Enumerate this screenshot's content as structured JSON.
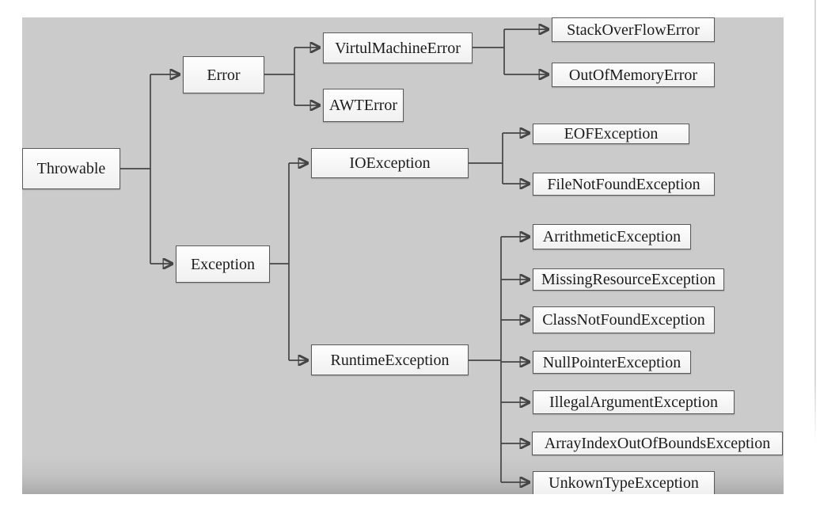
{
  "colors": {
    "page_bg": "#ffffff",
    "stage_bg": "#cbcbcb",
    "node_fill": "#fafafa",
    "node_border": "#5a5a5c",
    "connector": "#454545"
  },
  "diagram": {
    "type": "tree",
    "description_root": "Throwable class hierarchy",
    "nodes": {
      "throwable": {
        "label": "Throwable"
      },
      "error": {
        "label": "Error"
      },
      "exception": {
        "label": "Exception"
      },
      "virtual_machine_error": {
        "label": "VirtulMachineError"
      },
      "awt_error": {
        "label": "AWTError"
      },
      "stack_overflow_error": {
        "label": "StackOverFlowError"
      },
      "out_of_memory_error": {
        "label": "OutOfMemoryError"
      },
      "io_exception": {
        "label": "IOException"
      },
      "runtime_exception": {
        "label": "RuntimeException"
      },
      "eof_exception": {
        "label": "EOFException"
      },
      "file_not_found_exception": {
        "label": "FileNotFoundException"
      },
      "arithmetic_exception": {
        "label": "ArrithmeticException"
      },
      "missing_resource_exception": {
        "label": "MissingResourceException"
      },
      "class_not_found_exception": {
        "label": "ClassNotFoundException"
      },
      "null_pointer_exception": {
        "label": "NullPointerException"
      },
      "illegal_argument_exception": {
        "label": "IllegalArgumentException"
      },
      "array_index_out_of_bounds_exception": {
        "label": "ArrayIndexOutOfBoundsException"
      },
      "unknown_type_exception": {
        "label": "UnkownTypeException"
      }
    },
    "edges": [
      [
        "Throwable",
        "Error"
      ],
      [
        "Throwable",
        "Exception"
      ],
      [
        "Error",
        "VirtulMachineError"
      ],
      [
        "Error",
        "AWTError"
      ],
      [
        "VirtulMachineError",
        "StackOverFlowError"
      ],
      [
        "VirtulMachineError",
        "OutOfMemoryError"
      ],
      [
        "Exception",
        "IOException"
      ],
      [
        "Exception",
        "RuntimeException"
      ],
      [
        "IOException",
        "EOFException"
      ],
      [
        "IOException",
        "FileNotFoundException"
      ],
      [
        "RuntimeException",
        "ArrithmeticException"
      ],
      [
        "RuntimeException",
        "MissingResourceException"
      ],
      [
        "RuntimeException",
        "ClassNotFoundException"
      ],
      [
        "RuntimeException",
        "NullPointerException"
      ],
      [
        "RuntimeException",
        "IllegalArgumentException"
      ],
      [
        "RuntimeException",
        "ArrayIndexOutOfBoundsException"
      ],
      [
        "RuntimeException",
        "UnkownTypeException"
      ]
    ]
  }
}
